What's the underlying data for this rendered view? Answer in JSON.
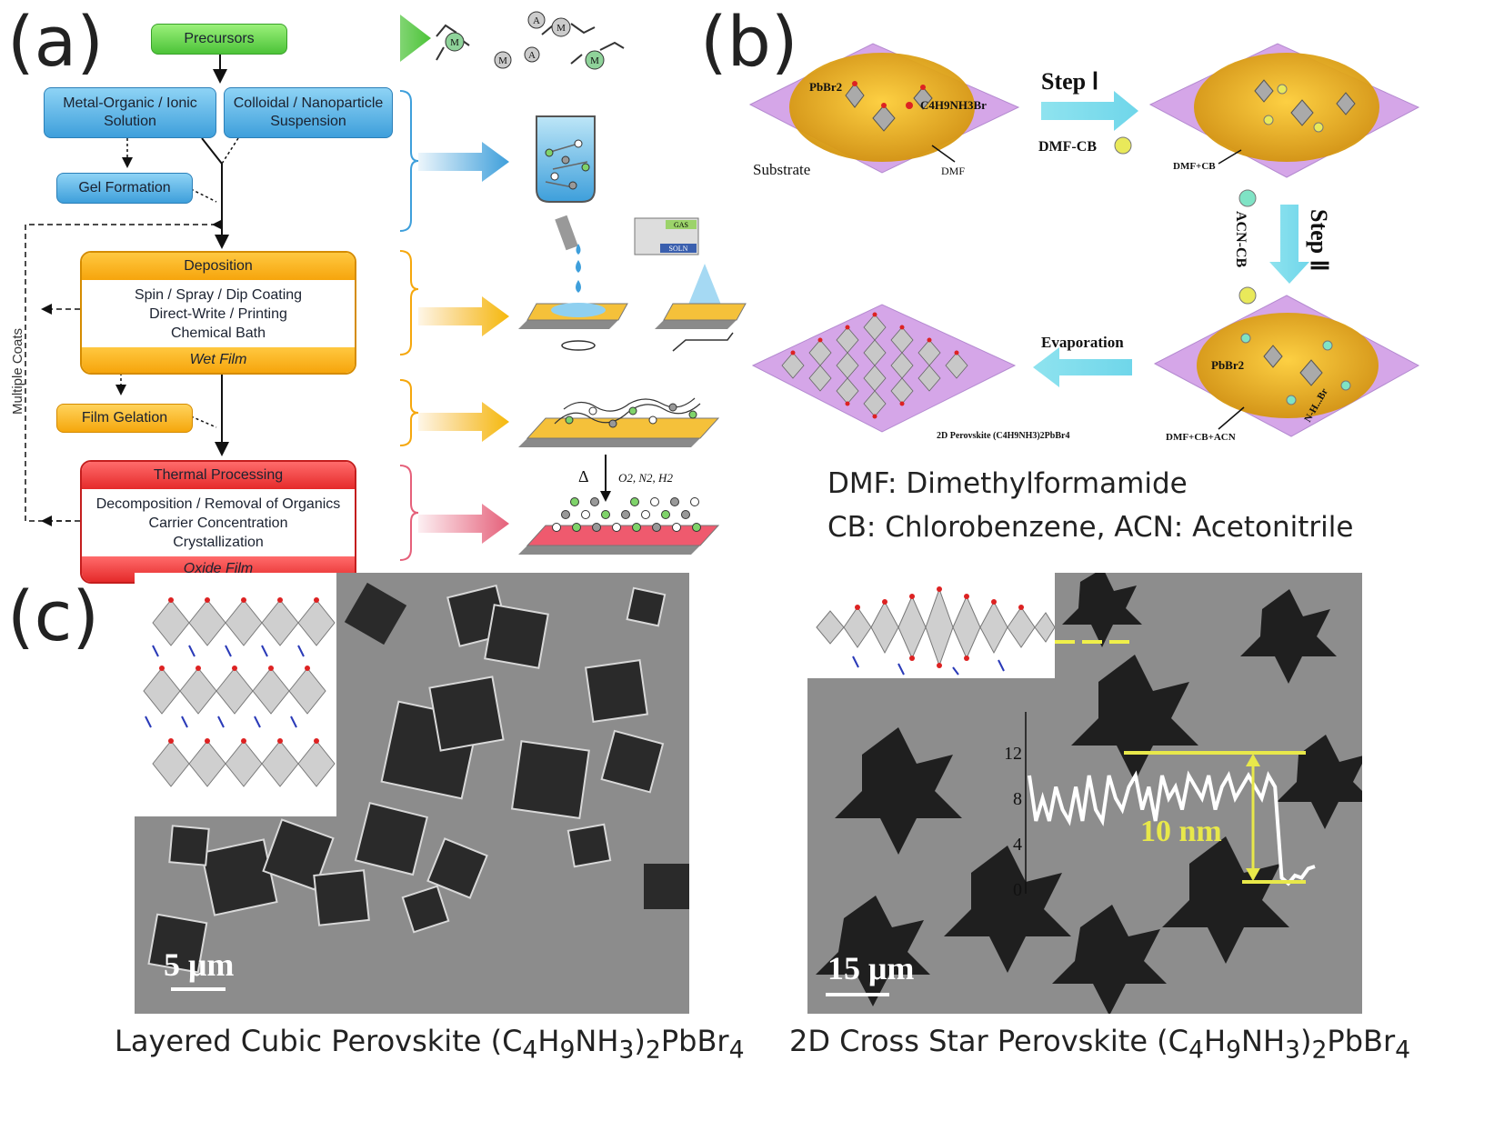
{
  "panels": {
    "a": "(a)",
    "b": "(b)",
    "c": "(c)"
  },
  "flow": {
    "precursors": "Precursors",
    "metal_organic": [
      "Metal-Organic / Ionic",
      "Solution"
    ],
    "colloidal": [
      "Colloidal / Nanoparticle",
      "Suspension"
    ],
    "gel": "Gel Formation",
    "deposition": {
      "title": "Deposition",
      "lines": [
        "Spin / Spray / Dip Coating",
        "Direct-Write / Printing",
        "Chemical Bath"
      ],
      "footer": "Wet Film"
    },
    "film_gelation": "Film Gelation",
    "thermal": {
      "title": "Thermal Processing",
      "lines": [
        "Decomposition / Removal of Organics",
        "Carrier Concentration",
        "Crystallization"
      ],
      "footer": "Oxide Film"
    },
    "multiple_coats": "Multiple Coats",
    "atoms": [
      "M",
      "A",
      "M",
      "A",
      "M",
      "M"
    ],
    "gas_labels": [
      "GAS",
      "SOLN"
    ],
    "heat_symbol": "Δ",
    "gases": "O2, N2, H2"
  },
  "schematic": {
    "step1": "Step Ⅰ",
    "step2": "Step Ⅱ",
    "dmf_cb": "DMF-CB",
    "acn_cb": "ACN-CB",
    "evaporation": "Evaporation",
    "substrate": "Substrate",
    "pbbr2": "PbBr2",
    "c4h9nh3br": "C4H9NH3Br",
    "dmf": "DMF",
    "dmf_cb_label": "DMF+CB",
    "dmf_cb_acn": "DMF+CB+ACN",
    "pbbr2_ion": "PbBr2",
    "nhbr": "N-H...Br",
    "perovskite_2d": "2D Perovskite (C4H9NH3)2PbBr4",
    "legend1": "DMF: Dimethylformamide",
    "legend2": "CB: Chlorobenzene, ACN: Acetonitrile"
  },
  "sem": {
    "scale_left": "5 μm",
    "scale_right": "15 μm",
    "profile_ticks": [
      "12",
      "8",
      "4",
      "0"
    ],
    "profile_height": "10 nm",
    "profile_values": [
      10,
      6,
      8,
      6,
      9,
      7,
      6,
      9,
      6,
      10,
      7,
      6,
      10,
      8,
      7,
      9,
      10,
      7,
      9,
      6,
      10,
      8,
      9,
      7,
      10,
      9,
      8,
      10,
      7,
      9,
      10,
      8,
      9,
      10,
      9,
      8,
      10,
      9,
      1,
      0.5,
      1.2,
      1,
      1.8,
      2
    ]
  },
  "captions": {
    "left": [
      "Layered Cubic Perovskite (C",
      "4",
      "H",
      "9",
      "NH",
      "3",
      ")",
      "2",
      "PbBr",
      "4"
    ],
    "right": [
      "2D Cross Star Perovskite (C",
      "4",
      "H",
      "9",
      "NH",
      "3",
      ")",
      "2",
      "PbBr",
      "4"
    ]
  },
  "colors": {
    "blue": "#3e9fdb",
    "green": "#4cc338",
    "orange": "#f5a70c",
    "red": "#e52a2a",
    "cyan": "#8fe3ef",
    "yellow": "#e8e84a"
  }
}
